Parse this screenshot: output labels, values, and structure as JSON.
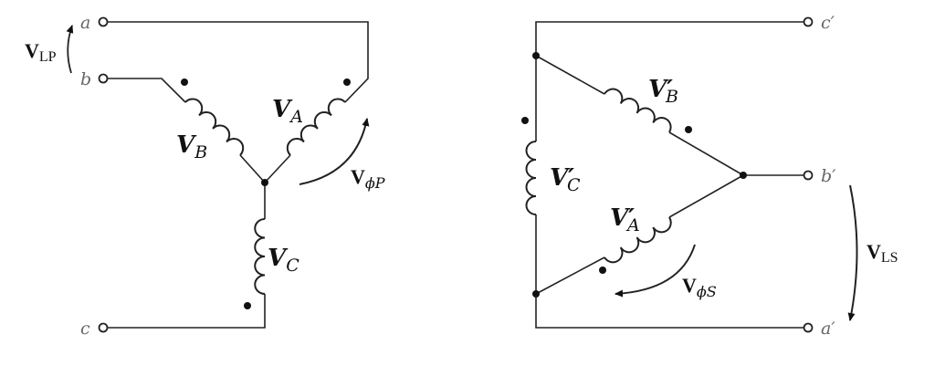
{
  "title": "Y-Delta three-phase transformer connection",
  "primary": {
    "terminals": [
      "a",
      "b",
      "c"
    ],
    "windings": [
      {
        "name": "V",
        "sub": "A"
      },
      {
        "name": "V",
        "sub": "B"
      },
      {
        "name": "V",
        "sub": "C"
      }
    ],
    "line_voltage": {
      "name": "V",
      "sub": "LP"
    },
    "phase_voltage": {
      "name": "V",
      "sub": "ϕP"
    }
  },
  "secondary": {
    "terminals": [
      "c′",
      "b′",
      "a′"
    ],
    "windings": [
      {
        "name": "V′",
        "sub": "B"
      },
      {
        "name": "V′",
        "sub": "C"
      },
      {
        "name": "V′",
        "sub": "A"
      }
    ],
    "line_voltage": {
      "name": "V",
      "sub": "LS"
    },
    "phase_voltage": {
      "name": "V",
      "sub": "ϕS"
    }
  }
}
